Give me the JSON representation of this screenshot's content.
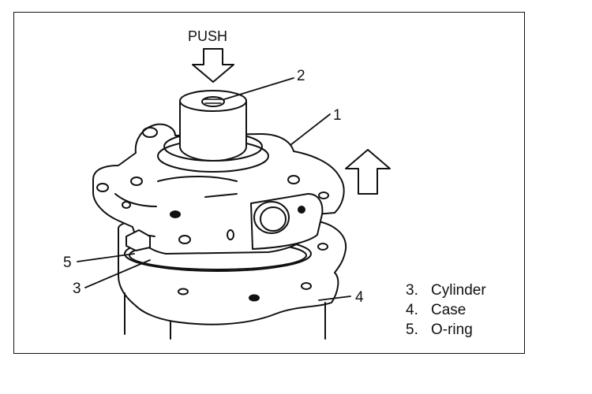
{
  "diagram": {
    "push_label": "PUSH",
    "callouts": {
      "c1": "1",
      "c2": "2",
      "c3": "3",
      "c4": "4",
      "c5": "5"
    },
    "legend": [
      {
        "number": "3.",
        "label": "Cylinder"
      },
      {
        "number": "4.",
        "label": "Case"
      },
      {
        "number": "5.",
        "label": "O-ring"
      }
    ]
  }
}
